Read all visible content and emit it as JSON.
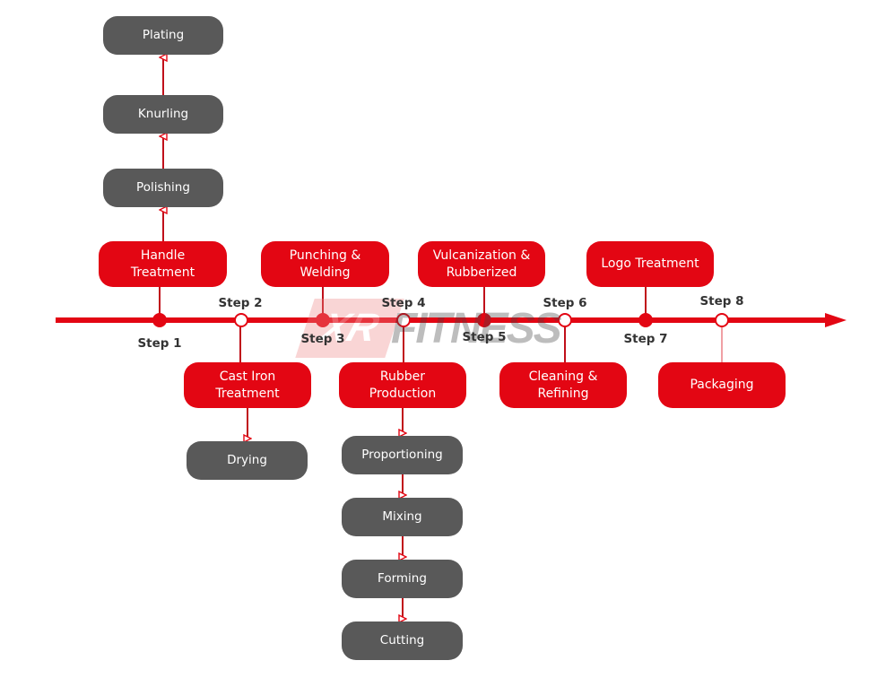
{
  "colors": {
    "accent": "#e30613",
    "node_gray": "#595959",
    "step_text": "#333333"
  },
  "watermark": "XR FITNESS",
  "steps": [
    "Step 1",
    "Step 2",
    "Step 3",
    "Step 4",
    "Step 5",
    "Step 6",
    "Step 7",
    "Step 8"
  ],
  "main_nodes": {
    "handle": "Handle\nTreatment",
    "punching": "Punching &\nWelding",
    "vulcanization": "Vulcanization &\nRubberized",
    "logo": "Logo Treatment",
    "cast_iron": "Cast Iron\nTreatment",
    "rubber": "Rubber\nProduction",
    "cleaning": "Cleaning &\nRefining",
    "packaging": "Packaging"
  },
  "sub_nodes": {
    "polishing": "Polishing",
    "knurling": "Knurling",
    "plating": "Plating",
    "drying": "Drying",
    "proportioning": "Proportioning",
    "mixing": "Mixing",
    "forming": "Forming",
    "cutting": "Cutting"
  }
}
